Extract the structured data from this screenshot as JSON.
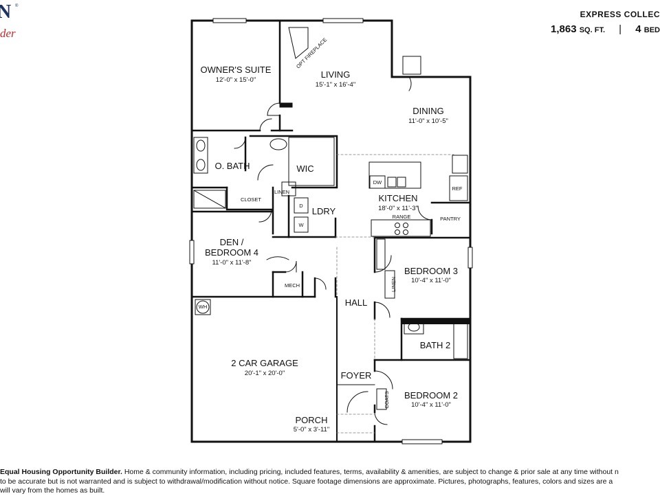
{
  "header": {
    "series": "EXPRESS COLLEC",
    "sqft_value": "1,863",
    "sqft_unit": "SQ. FT.",
    "separator": "|",
    "beds_value": "4",
    "beds_unit": "BED"
  },
  "logo": {
    "mark": "N",
    "registered": "®",
    "script": "der"
  },
  "rooms": {
    "owners_suite": {
      "name": "OWNER'S SUITE",
      "dim": "12'-0\" x 15'-0\""
    },
    "living": {
      "name": "LIVING",
      "dim": "15'-1\" x 16'-4\""
    },
    "opt_fireplace": "OPT FIREPLACE",
    "dining": {
      "name": "DINING",
      "dim": "11'-0\" x 10'-5\""
    },
    "o_bath": "O. BATH",
    "wic": "WIC",
    "linen_1": "LINEN",
    "closet": "CLOSET",
    "kitchen": {
      "name": "KITCHEN",
      "dim": "18'-0\" x 11'-3\""
    },
    "dw": "DW",
    "ref": "REF",
    "range": "RANGE",
    "pantry": "PANTRY",
    "ldry": "LDRY",
    "dryer": "D",
    "washer": "W",
    "den": {
      "line1": "DEN /",
      "line2": "BEDROOM 4",
      "dim": "11'-0\" x 11'-8\""
    },
    "mech": "MECH",
    "bedroom3": {
      "name": "BEDROOM 3",
      "dim": "10'-4\" x 11'-0\""
    },
    "linen_2": "LINEN",
    "hall": "HALL",
    "wh": "WH",
    "bath2": "BATH 2",
    "garage": {
      "name": "2 CAR GARAGE",
      "dim": "20'-1\" x 20'-0\""
    },
    "foyer": "FOYER",
    "coats": "COATS",
    "bedroom2": {
      "name": "BEDROOM 2",
      "dim": "10'-4\" x 11'-0\""
    },
    "porch": {
      "name": "PORCH",
      "dim": "5'-0\" x 3'-11\""
    }
  },
  "disclaimer": {
    "lead": "Equal Housing Opportunity Builder.",
    "line1": " Home & community information, including pricing, included features, terms, availability & amenities, are subject to change & prior sale at any time without n",
    "line2": "to be accurate but is not warranted and is subject to withdrawal/modification without notice. Square footage dimensions are approximate. Pictures, photographs, features, colors and sizes are a",
    "line3": "will vary from the homes as built."
  }
}
